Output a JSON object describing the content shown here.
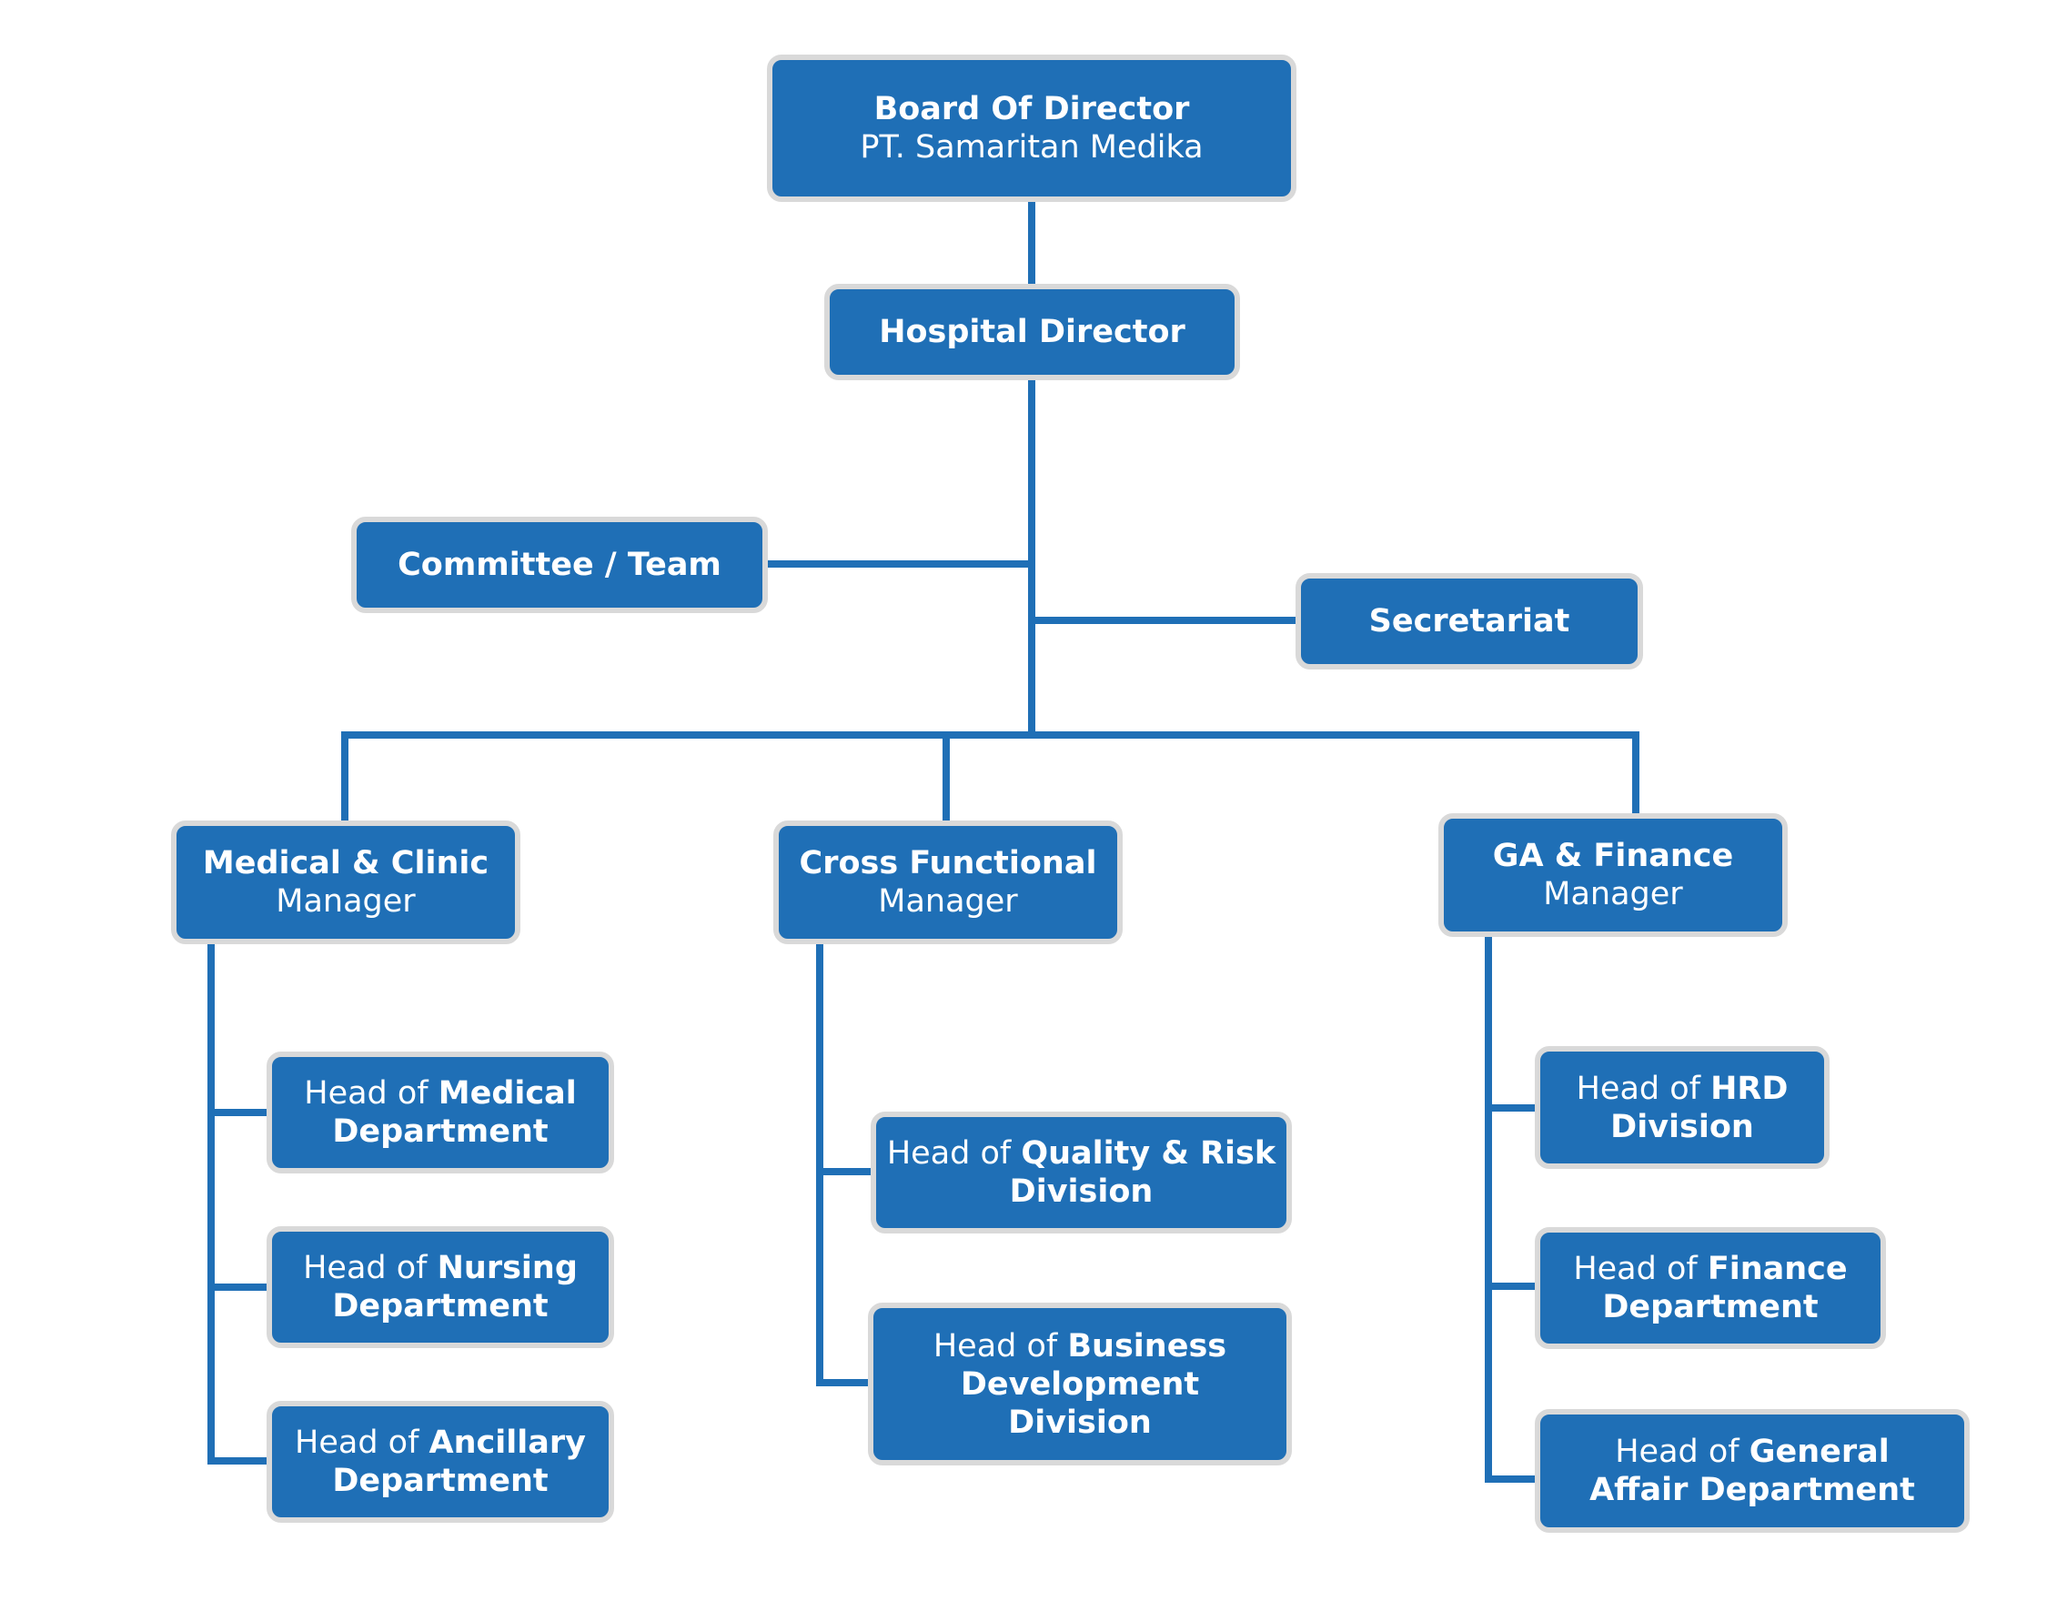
{
  "colors": {
    "box_fill": "#1f6fb6",
    "box_border": "#d9d9d9",
    "connector": "#1f6fb6",
    "text": "#ffffff",
    "background": "#ffffff"
  },
  "nodes": {
    "board": {
      "line1": "Board Of Director",
      "line2": "PT. Samaritan Medika"
    },
    "hospital_director": {
      "line1": "Hospital Director"
    },
    "committee": {
      "line1": "Committee / Team"
    },
    "secretariat": {
      "line1": "Secretariat"
    },
    "medical_clinic": {
      "line1": "Medical & Clinic",
      "line2": "Manager"
    },
    "cross_functional": {
      "line1": "Cross Functional",
      "line2": "Manager"
    },
    "ga_finance": {
      "line1": "GA & Finance",
      "line2": "Manager"
    },
    "head_medical": {
      "prefix": "Head of ",
      "bold1": "Medical",
      "line2": "Department"
    },
    "head_nursing": {
      "prefix": "Head of ",
      "bold1": "Nursing",
      "line2": "Department"
    },
    "head_ancillary": {
      "prefix": "Head of ",
      "bold1": "Ancillary",
      "line2": "Department"
    },
    "head_quality": {
      "prefix": "Head of ",
      "bold1": "Quality & Risk",
      "line2": "Division"
    },
    "head_business": {
      "prefix": "Head of ",
      "bold1": "Business",
      "line2": "Development",
      "line3": "Division"
    },
    "head_hrd": {
      "prefix": "Head of ",
      "bold1": "HRD",
      "line2": "Division"
    },
    "head_finance": {
      "prefix": "Head of ",
      "bold1": "Finance",
      "line2": "Department"
    },
    "head_general": {
      "prefix": "Head of ",
      "bold1": "General",
      "line2": "Affair Department"
    }
  }
}
